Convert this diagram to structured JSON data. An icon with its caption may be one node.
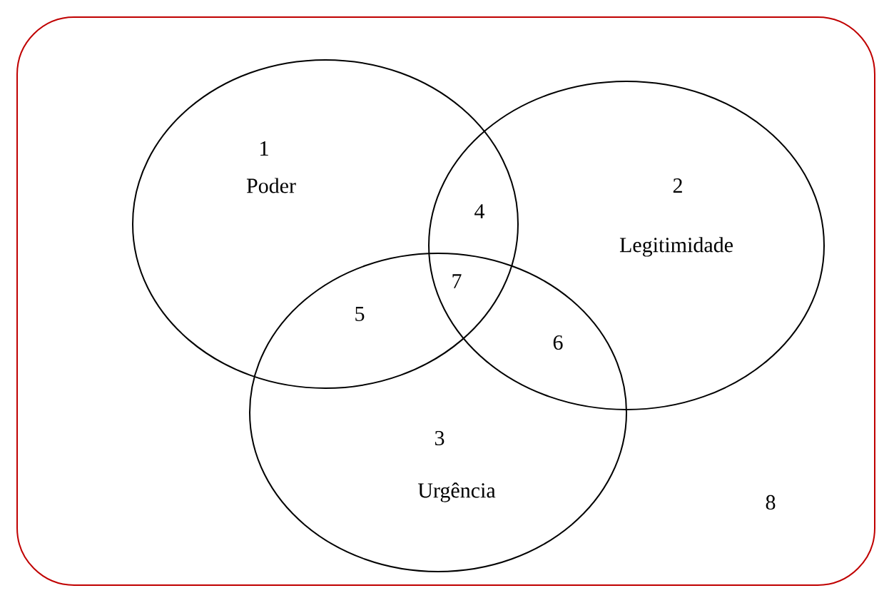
{
  "diagram": {
    "nodes": [
      {
        "text": [
          "8"
        ]
      },
      {
        "text": [
          "1",
          "Poder"
        ],
        "in": 0
      },
      {
        "text": [
          "2",
          "Legitimidade"
        ],
        "in": 0
      },
      {
        "text": [
          "3",
          "Urgência"
        ],
        "in": 0
      }
    ],
    "labels": [
      "4",
      "7",
      "5",
      "6"
    ]
  }
}
